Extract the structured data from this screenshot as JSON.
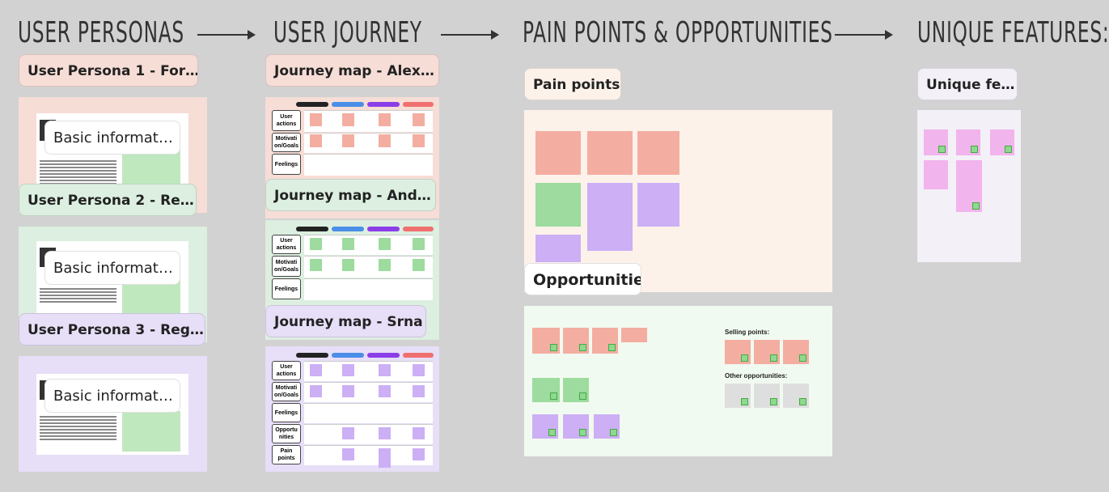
{
  "columns": {
    "personas": "USER PERSONAS",
    "journey": "USER JOURNEY",
    "pain": "PAIN POINTS & OPPORTUNITIES",
    "features": "UNIQUE FEATURES:"
  },
  "personas": [
    {
      "label": "User Persona 1 - For…",
      "card": "Basic informat…"
    },
    {
      "label": "User Persona 2 - Re…",
      "card": "Basic informat…"
    },
    {
      "label": "User Persona 3 - Reg…",
      "card": "Basic informat…"
    }
  ],
  "journeys": [
    {
      "label": "Journey map - Alex…"
    },
    {
      "label": "Journey map - And…"
    },
    {
      "label": "Journey map - Srna"
    }
  ],
  "journey_rows": {
    "user_actions": "User actions",
    "motivation": "Motivati on/Goals",
    "feelings": "Feelings",
    "opportunities": "Opportu nities",
    "pain_points": "Pain points"
  },
  "pain": {
    "label": "Pain points",
    "opportunities_label": "Opportunities",
    "selling_points": "Selling points:",
    "other_opportunities": "Other opportunities:"
  },
  "features": {
    "label": "Unique fe…"
  },
  "colors": {
    "persona1": "#f6ddd6",
    "persona2": "#dcefe0",
    "persona3": "#e7def7",
    "red_sticky": "#f3aea1",
    "green_sticky": "#9ddb9f",
    "purple_sticky": "#ccaff5",
    "pink_sticky": "#f2b4ec"
  }
}
